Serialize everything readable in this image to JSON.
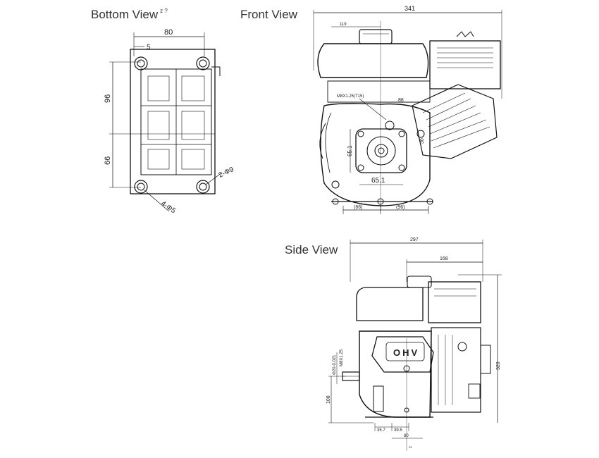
{
  "views": {
    "bottom": {
      "title": "Bottom View",
      "title_glyph": "z ?"
    },
    "front": {
      "title": "Front View"
    },
    "side": {
      "title": "Side View"
    }
  },
  "bottom_dims": {
    "width_top": "80",
    "offset": "5",
    "upper_height": "96",
    "lower_height": "66",
    "hole_small": "2-Φ9",
    "hole_large": "4-Φ5"
  },
  "front_dims": {
    "overall_width": "341",
    "tank_offset": "119",
    "thread_spec": "M8X1.25(T15)",
    "dim_88": "88",
    "dim_30": "30",
    "bolt_v": "65.1",
    "bolt_h": "65.1",
    "base_left": "(66)",
    "base_right": "(96)"
  },
  "side_dims": {
    "overall_depth": "297",
    "top_width": "168",
    "height": "320",
    "shaft_height": "108",
    "key_spec": "Φ20-0.021",
    "thread_spec": "M8X1.25",
    "base_a": "35.7",
    "base_b": "39.5",
    "base_c": "80",
    "cover_text": "OHV",
    "bottom_glyph": "z"
  }
}
